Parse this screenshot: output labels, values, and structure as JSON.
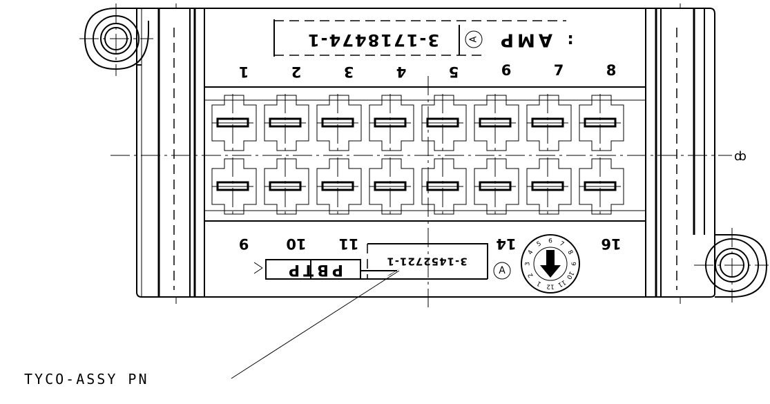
{
  "top_pins": [
    "1",
    "2",
    "3",
    "4",
    "5",
    "6",
    "7",
    "8"
  ],
  "bottom_pins": [
    "9",
    "10",
    "11",
    "",
    "",
    "14",
    "",
    "16"
  ],
  "top_marking": {
    "part_number": "3-1718474-1",
    "brand": "AMP",
    "colon": ":",
    "circle_letter": "A"
  },
  "bottom_marking": {
    "part_number": "3-1452721-1",
    "material": "PBTP",
    "circle_letter": "A"
  },
  "date_dial": {
    "numbers": [
      "1",
      "2",
      "3",
      "4",
      "5",
      "6",
      "7",
      "8",
      "9",
      "10",
      "11",
      "12"
    ]
  },
  "callout": {
    "text": "TYCO-ASSY PN"
  },
  "centerline_symbol": "ȸ"
}
